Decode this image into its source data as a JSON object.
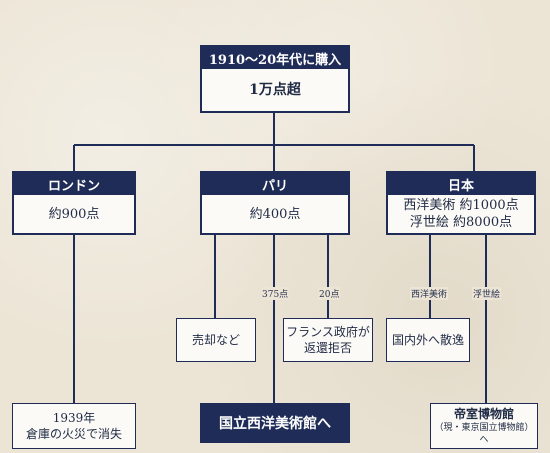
{
  "root": {
    "header": "1910～20年代に購入",
    "body": "1万点超"
  },
  "london": {
    "header": "ロンドン",
    "body": "約900点",
    "outcome": {
      "line1": "1939年",
      "line2": "倉庫の火災で消失"
    }
  },
  "paris": {
    "header": "パリ",
    "body": "約400点",
    "sold": "売却など",
    "branch_375": {
      "label": "375点",
      "target": "国立西洋美術館へ"
    },
    "branch_20": {
      "label": "20点",
      "line1": "フランス政府が",
      "line2": "返還拒否"
    }
  },
  "japan": {
    "header": "日本",
    "line1": "西洋美術 約1000点",
    "line2": "浮世絵 約8000点",
    "western_label": "西洋美術",
    "western_outcome": "国内外へ散逸",
    "ukiyoe_label": "浮世絵",
    "ukiyoe_outcome_line1": "帝室博物館",
    "ukiyoe_outcome_line2": "（現・東京国立博物館）へ"
  },
  "colors": {
    "navy": "#1e2c57",
    "paper": "#ece5d6",
    "box": "#fbfaf6"
  }
}
